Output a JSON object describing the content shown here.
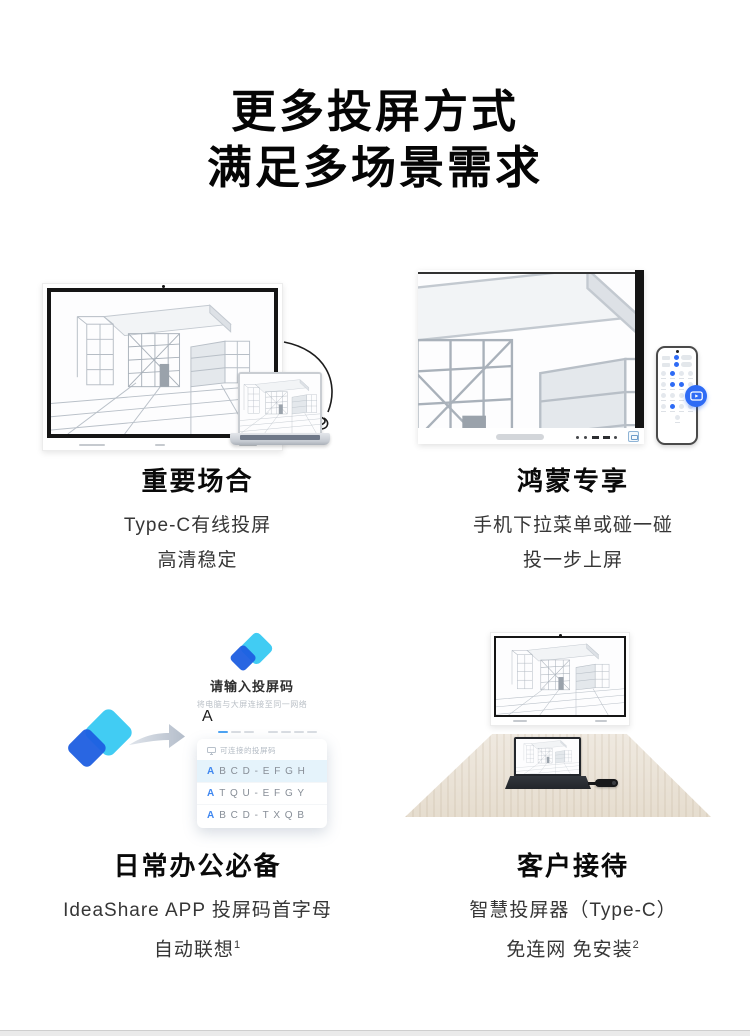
{
  "page": {
    "title_line1": "更多投屏方式",
    "title_line2": "满足多场景需求"
  },
  "features": [
    {
      "heading": "重要场合",
      "desc_line1": "Type-C有线投屏",
      "desc_line2": "高清稳定"
    },
    {
      "heading": "鸿蒙专享",
      "desc_line1": "手机下拉菜单或碰一碰",
      "desc_line2": "投一步上屏"
    },
    {
      "heading": "日常办公必备",
      "desc_line1": "IdeaShare APP 投屏码首字母",
      "desc_line2": "自动联想",
      "footnote": "1"
    },
    {
      "heading": "客户接待",
      "desc_line1": "智慧投屏器（Type-C）",
      "desc_line2": "免连网 免安装",
      "footnote": "2"
    }
  ],
  "cast_ui": {
    "prompt_title": "请输入投屏码",
    "prompt_subtitle": "将电脑与大屏连接至同一网络",
    "input_value": "A",
    "dropdown_header": "可连接的投屏码",
    "codes": [
      {
        "first": "A",
        "rest": "B C D - E F G H"
      },
      {
        "first": "A",
        "rest": "T Q U - E F G Y"
      },
      {
        "first": "A",
        "rest": "B C D - T X Q B"
      }
    ]
  },
  "icons": {
    "cast_badge": "wireless-cast",
    "dropdown_header_icon": "display",
    "transfer_arrow": "right-arrow",
    "ideashare_logo": "two-overlapping-diamonds"
  },
  "colors": {
    "accent_blue": "#2E6BF5",
    "ideashare_cyan": "#41CCF3",
    "ideashare_blue": "#1E5EE0",
    "code_letter_blue": "#3F87F0",
    "code_highlight_bg": "#E5F3FB",
    "title_text": "#050505",
    "body_text": "#363636"
  }
}
